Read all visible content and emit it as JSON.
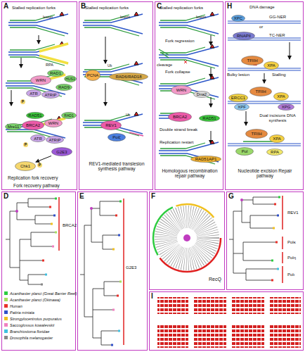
{
  "diagram": {
    "nodes": [
      {
        "text": [
          "A"
        ]
      },
      {
        "text": [
          "RAD1"
        ],
        "in": 0
      },
      {
        "text": [
          "HUS1"
        ],
        "in": 0
      },
      {
        "text": [
          "WRN"
        ],
        "in": 0
      },
      {
        "text": [
          "RAD9"
        ],
        "in": 0
      },
      {
        "text": [
          "ATR"
        ],
        "in": 0
      },
      {
        "text": [
          "ATRIP"
        ],
        "in": 0
      },
      {
        "text": [
          "RAD51"
        ],
        "in": 0
      },
      {
        "text": [
          "Mre11"
        ],
        "in": 0
      },
      {
        "text": [
          "BRCA2"
        ],
        "in": 0
      },
      {
        "text": [
          "WRN"
        ],
        "in": 0
      },
      {
        "text": [
          "RAD1"
        ],
        "in": 0
      },
      {
        "text": [
          "ATR"
        ],
        "in": 0
      },
      {
        "text": [
          "ATRIP"
        ],
        "in": 0
      },
      {
        "text": [
          "G2E3"
        ],
        "in": 0
      },
      {
        "text": [
          "Chk1"
        ],
        "in": 0
      },
      {
        "text": [
          "B"
        ]
      },
      {
        "text": [
          "PCNA"
        ],
        "in": 16
      },
      {
        "text": [
          "RAD6/RAD18"
        ],
        "in": 16
      },
      {
        "text": [
          "REV1"
        ],
        "in": 16
      },
      {
        "text": [
          "Polζ"
        ],
        "in": 16
      },
      {
        "text": [
          "C"
        ]
      },
      {
        "text": [
          "WRN"
        ],
        "in": 21
      },
      {
        "text": [
          "Dna2"
        ],
        "in": 21
      },
      {
        "text": [
          "BRCA2"
        ],
        "in": 21
      },
      {
        "text": [
          "RAD51"
        ],
        "in": 21
      },
      {
        "text": [
          "RAD51AP1"
        ],
        "in": 21
      },
      {
        "text": [
          "H"
        ]
      },
      {
        "text": [
          "XPC"
        ],
        "in": 27
      },
      {
        "text": [
          "RNAPII"
        ],
        "in": 27
      },
      {
        "text": [
          "TFIIH"
        ],
        "in": 27
      },
      {
        "text": [
          "XPA"
        ],
        "in": 27
      },
      {
        "text": [
          "ERCC1"
        ],
        "in": 27
      },
      {
        "text": [
          "TFIIH"
        ],
        "in": 27
      },
      {
        "text": [
          "XPA"
        ],
        "in": 27
      },
      {
        "text": [
          "XPF"
        ],
        "in": 27
      },
      {
        "text": [
          "XPG"
        ],
        "in": 27
      },
      {
        "text": [
          "TFIIH"
        ],
        "in": 27
      },
      {
        "text": [
          "XPA"
        ],
        "in": 27
      },
      {
        "text": [
          "Pol"
        ],
        "in": 27
      },
      {
        "text": [
          "RPA"
        ],
        "in": 27
      },
      {
        "text": [
          "D"
        ]
      },
      {
        "text": [
          "E"
        ]
      },
      {
        "text": [
          "F"
        ]
      },
      {
        "text": [
          "G"
        ]
      },
      {
        "text": [
          "I"
        ]
      }
    ],
    "edges": [
      {
        "from": 14,
        "to": 15,
        "arrow": "to"
      }
    ],
    "labels": [
      "Stalled replication forks",
      "lesion",
      "RPA",
      "P",
      "P",
      "P",
      "Replication fork recovery",
      "Fork recovery pathway",
      "Stalled replication forks",
      "lesion",
      "Ub",
      "Ub",
      "REV1-mediated translesion synthesis pathway",
      "Stalled replication forks",
      "lesion",
      "Fork regression",
      "cleavage",
      "Fork collapse",
      "Double strand break",
      "Replication restart",
      "Homologous recombination repair pathway",
      "DNA damage",
      "GG-NER",
      "or",
      "TC-NER",
      "Bulky lesion",
      "Stalling",
      "Dual incisions DNA synthesis",
      "Nucleotide excision Repair pathway",
      "BRCA2",
      "G2E3",
      "RecQ",
      "REV1",
      "Polκ",
      "Polη",
      "Polι"
    ],
    "legend": [
      {
        "text": "Acanthaster planci (Great Barrier Reef)",
        "color": "#2ecc40"
      },
      {
        "text": "Acanthaster planci (Okinawa)",
        "color": "#a8e060"
      },
      {
        "text": "Human",
        "color": "#e8312a"
      },
      {
        "text": "Patiria miniata",
        "color": "#3050c8"
      },
      {
        "text": "Strongylocentrotus purpuratus",
        "color": "#f0c020"
      },
      {
        "text": "Saccoglossus kowalevskii",
        "color": "#f080c0"
      },
      {
        "text": "Branchiostoma floridae",
        "color": "#40c0e0"
      },
      {
        "text": "Drosophila melanogaster",
        "color": "#888888"
      }
    ]
  }
}
